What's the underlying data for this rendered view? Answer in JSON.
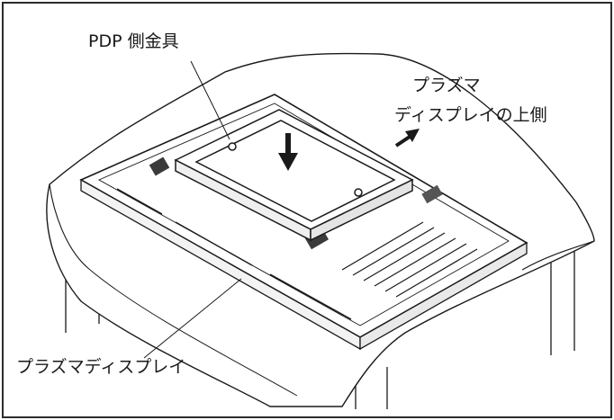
{
  "labels": {
    "bracket": "PDP 側金具",
    "top_side_line1": "プラズマ",
    "top_side_line2": "ディスプレイの上側",
    "display": "プラズマディスプレイ"
  },
  "colors": {
    "ink": "#1a1a1a",
    "paper": "#ffffff",
    "frame": "#2b2b2b"
  },
  "icons": {
    "down_arrow": "down-arrow-icon",
    "direction_arrow": "direction-arrow-icon"
  }
}
